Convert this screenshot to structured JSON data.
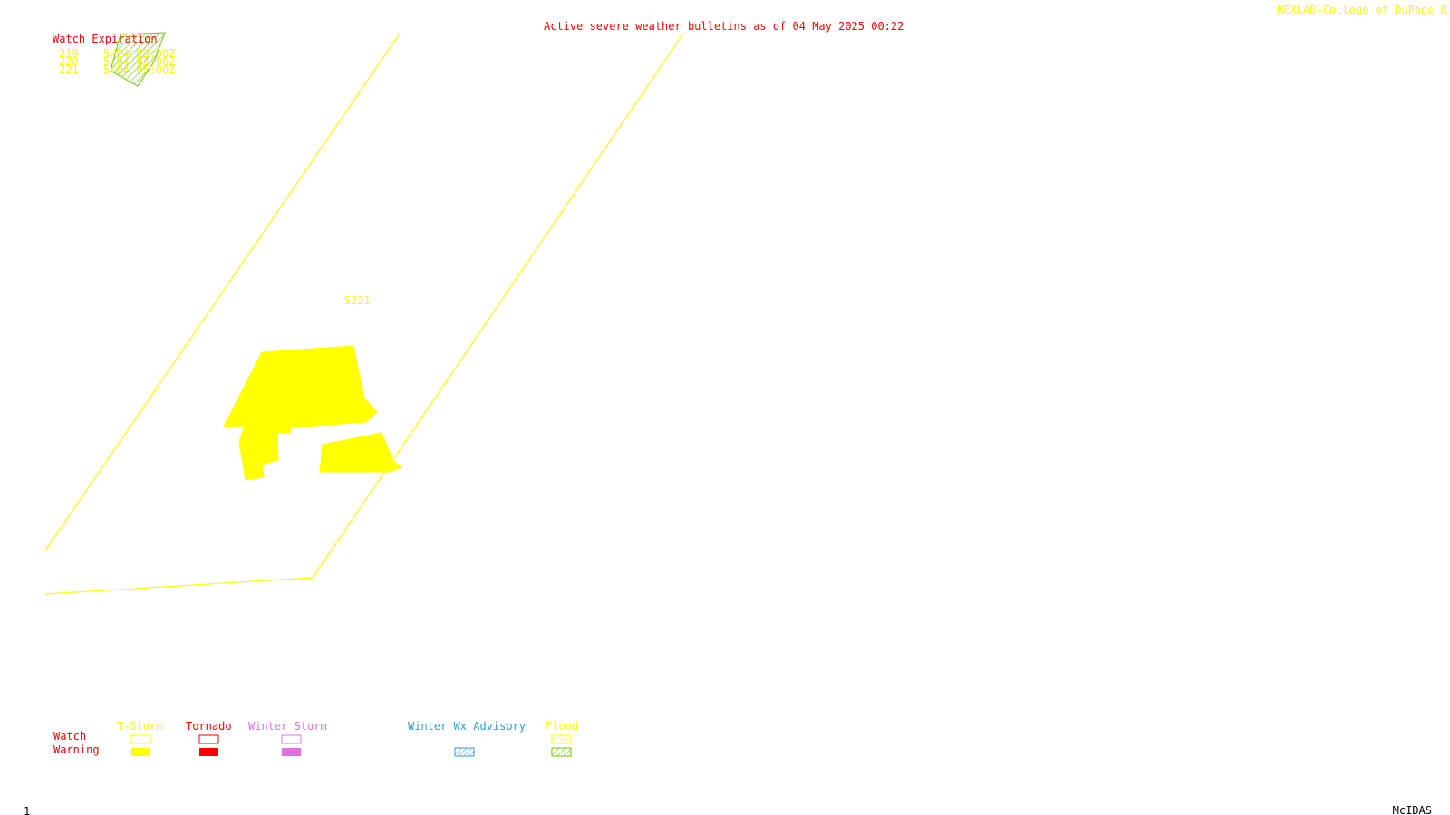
{
  "header": {
    "bulletin_title": "Active severe weather bulletins as of 04 May 2025 00:22",
    "credit": "NEXLAB-College of DuPage R"
  },
  "watch_expiration": {
    "heading": "Watch Expiration",
    "rows": [
      {
        "id": "219",
        "expires": "5/04 03:00Z"
      },
      {
        "id": "220",
        "expires": "5/04 02:00Z"
      },
      {
        "id": "221",
        "expires": "5/04 05:00Z"
      }
    ]
  },
  "map": {
    "watch_box_label": "S221"
  },
  "legend": {
    "row_labels": {
      "watch": "Watch",
      "warning": "Warning"
    },
    "columns": [
      {
        "key": "tstorm",
        "label": "T-Storm",
        "color": "#ffff00"
      },
      {
        "key": "tornado",
        "label": "Tornado",
        "color": "#ff0000"
      },
      {
        "key": "winter_storm",
        "label": "Winter Storm",
        "color": "#e070e0"
      },
      {
        "key": "winter_wx_advisory",
        "label": "Winter Wx Advisory",
        "color": "#2aa0e0"
      },
      {
        "key": "flood",
        "label": "Flood",
        "color": "#66cc00"
      }
    ]
  },
  "footer": {
    "frame_number": "1",
    "software": "McIDAS"
  },
  "colors": {
    "title_red": "#ff0000",
    "watch_yellow": "#ffff00",
    "flood_green": "#66cc00",
    "advisory_blue": "#2aa0e0",
    "winter_pink": "#e070e0",
    "background": "#ffffff"
  }
}
